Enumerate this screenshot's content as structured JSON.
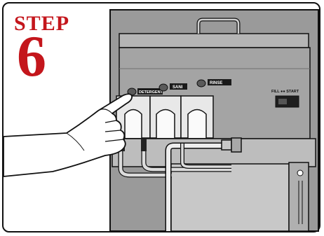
{
  "step": {
    "word": "STEP",
    "number": "6"
  },
  "panel": {
    "buttons": [
      "DETERGENT",
      "SANI",
      "RINSE"
    ],
    "switch_label": "FILL ●● START"
  },
  "colors": {
    "accent": "#c4161c",
    "panel": "#8f8f8f",
    "panel_light": "#a9a9a9",
    "line": "#111111"
  }
}
